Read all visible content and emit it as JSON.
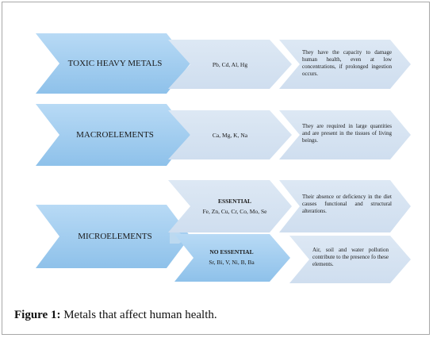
{
  "rows": [
    {
      "category": "TOXIC HEAVY METALS",
      "metals": "Pb, Cd, Al, Hg",
      "description": "They have the capacity to damage human health, even at low concentrations, if prolonged ingestion occurs."
    },
    {
      "category": "MACROELEMENTS",
      "metals": "Ca, Mg, K, Na",
      "description": "They are required in large quantities and are present in the tissues of living beings."
    },
    {
      "category": "MICROELEMENTS",
      "essential": {
        "heading": "ESSENTIAL",
        "metals": "Fe, Zn, Cu, Cr, Co, Mo, Se",
        "description": "Their absence or deficiency in the diet causes functional and structural alterations."
      },
      "non_essential": {
        "heading": "NO ESSENTIAL",
        "metals": "Sr, Bi, V, Ni, B, Ba",
        "description": "Air, soil and water pollution contribute to the presence fo these elements."
      }
    }
  ],
  "caption": {
    "label": "Figure 1:",
    "text": " Metals that affect human health."
  },
  "colors": {
    "dark_chevron": "#9fcbef",
    "light_chevron": "#d6e3f1",
    "border": "#a8a8a8"
  }
}
